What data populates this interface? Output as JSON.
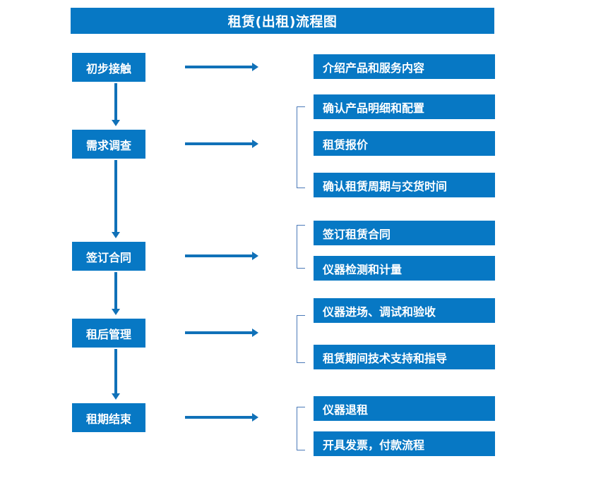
{
  "title": "租赁(出租)流程图",
  "colors": {
    "box_blue": "#0778c4",
    "arrow_blue": "#1071b8",
    "bracket_blue": "#4a79b8",
    "text_white": "#ffffff",
    "background": "#ffffff"
  },
  "stages": [
    {
      "label": "初步接触"
    },
    {
      "label": "需求调查"
    },
    {
      "label": "签订合同"
    },
    {
      "label": "租后管理"
    },
    {
      "label": "租期结束"
    }
  ],
  "details": [
    {
      "label": "介绍产品和服务内容"
    },
    {
      "label": "确认产品明细和配置"
    },
    {
      "label": "租赁报价"
    },
    {
      "label": "确认租赁周期与交货时间"
    },
    {
      "label": "签订租赁合同"
    },
    {
      "label": "仪器检测和计量"
    },
    {
      "label": "仪器进场、调试和验收"
    },
    {
      "label": "租赁期间技术支持和指导"
    },
    {
      "label": "仪器退租"
    },
    {
      "label": "开具发票，付款流程"
    }
  ],
  "icons": {
    "right_arrow": "right-arrow-icon",
    "down_arrow": "down-arrow-icon",
    "bracket": "group-bracket-icon"
  }
}
